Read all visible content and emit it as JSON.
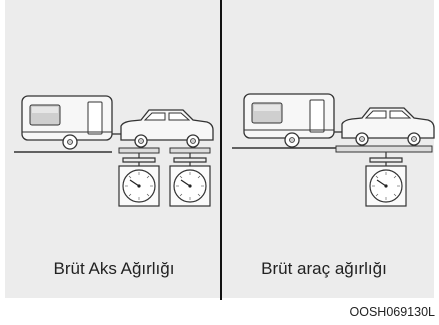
{
  "captions": {
    "left": "Brüt Aks Ağırlığı",
    "right": "Brüt araç ağırlığı"
  },
  "image_code": "OOSH069130L",
  "colors": {
    "panel": "#ececec",
    "line": "#333333",
    "fill_light": "#f7f7f7",
    "fill_mid": "#cfcfcf"
  }
}
